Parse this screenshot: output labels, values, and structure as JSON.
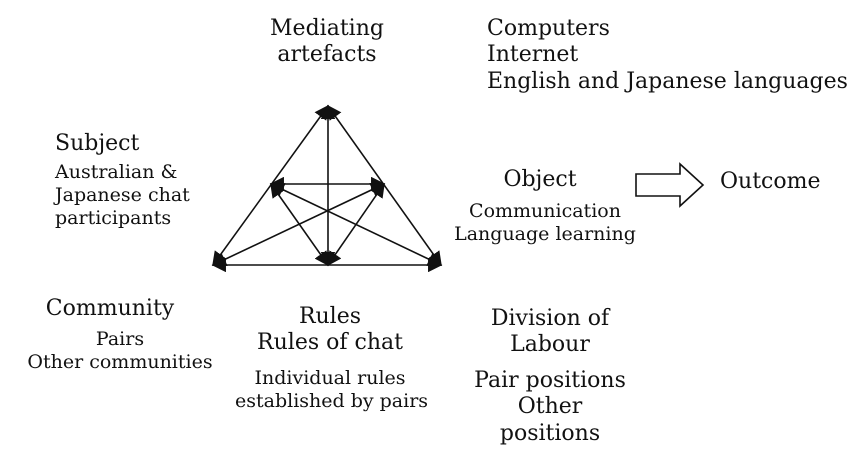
{
  "mediating": {
    "title": [
      "Mediating",
      "artefacts"
    ],
    "items": [
      "Computers",
      "Internet",
      "English and Japanese languages"
    ]
  },
  "subject": {
    "title": "Subject",
    "items": [
      "Australian &",
      "Japanese chat",
      "participants"
    ]
  },
  "object": {
    "title": "Object",
    "items": [
      "Communication",
      "Language learning"
    ]
  },
  "outcome": {
    "label": "Outcome"
  },
  "community": {
    "title": "Community",
    "items": [
      "Pairs",
      "Other communities"
    ]
  },
  "rules": {
    "title": "Rules",
    "subtitle": "Rules of chat",
    "items": [
      "Individual rules",
      "established by pairs"
    ]
  },
  "division": {
    "title": [
      "Division of",
      "Labour"
    ],
    "items": [
      "Pair positions",
      "Other",
      "positions"
    ]
  }
}
